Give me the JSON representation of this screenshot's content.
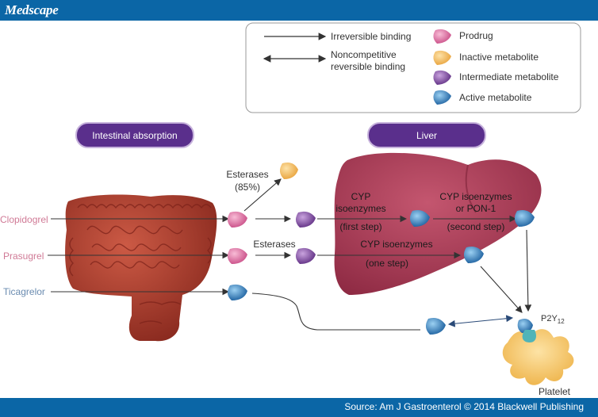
{
  "header": {
    "brand": "Medscape"
  },
  "footer": {
    "source": "Source: Am J Gastroenterol © 2014 Blackwell Publishing"
  },
  "legend": {
    "irreversible": "Irreversible binding",
    "noncompetitive_line1": "Noncompetitive",
    "noncompetitive_line2": "reversible binding",
    "prodrug": "Prodrug",
    "inactive": "Inactive metabolite",
    "intermediate": "Intermediate metabolite",
    "active": "Active metabolite"
  },
  "headers": {
    "intestinal": "Intestinal absorption",
    "liver": "Liver"
  },
  "drugs": {
    "clopidogrel": "Clopidogrel",
    "prasugrel": "Prasugrel",
    "ticagrelor": "Ticagrelor"
  },
  "labels": {
    "esterases_top_1": "Esterases",
    "esterases_top_2": "(85%)",
    "cyp_1": "CYP",
    "cyp_2": "isoenzymes",
    "cyp_3": "(first step)",
    "cyp2_1": "CYP isoenzymes",
    "cyp2_2": "or PON-1",
    "cyp2_3": "(second step)",
    "esterases_mid": "Esterases",
    "cyp_one_1": "CYP isoenzymes",
    "cyp_one_2": "(one step)",
    "p2y": "P2Y",
    "p2y_sub": "12",
    "platelet": "Platelet"
  },
  "colors": {
    "bar": "#0b66a6",
    "intestine": "#a8392c",
    "liver": "#a8344e",
    "prodrug": "#d85c96",
    "inactive": "#f0b047",
    "intermediate": "#7b3f9e",
    "active": "#1d6fb5",
    "header_pill": "#5a2f8c",
    "platelet": "#f2c15b"
  }
}
